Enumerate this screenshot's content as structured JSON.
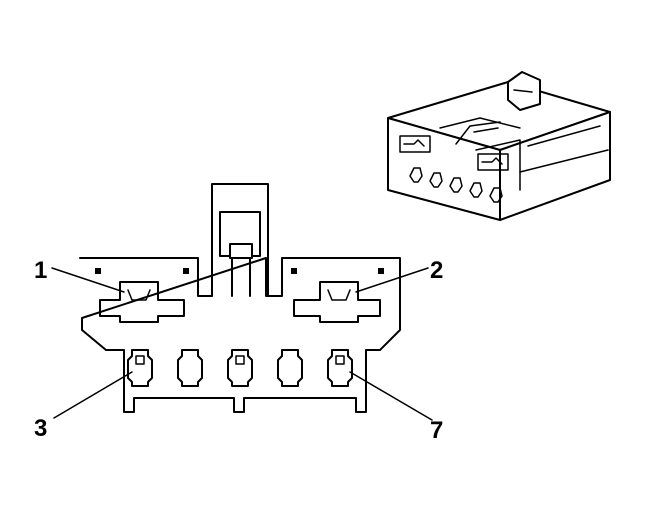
{
  "callouts": [
    {
      "id": "1",
      "label": "1"
    },
    {
      "id": "2",
      "label": "2"
    },
    {
      "id": "3",
      "label": "3"
    },
    {
      "id": "7",
      "label": "7"
    }
  ],
  "colors": {
    "line": "#000000",
    "background": "#ffffff"
  }
}
